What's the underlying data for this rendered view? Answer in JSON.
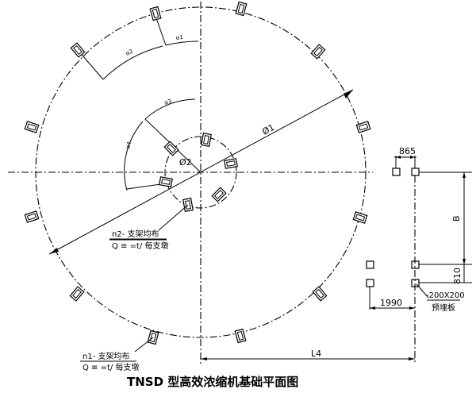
{
  "title": "TNSD 型高效浓缩机基础平面图",
  "labels": {
    "phi1": "Ø1",
    "phi2": "Ø2",
    "alpha1": "α1",
    "alpha2": "α2",
    "alpha3": "α3",
    "alpha4": "α4",
    "dim_865": "865",
    "dim_B": "B",
    "dim_810": "810",
    "dim_1990": "1990",
    "dim_L4": "L4",
    "plate_size": "-200X200",
    "plate_name": "预埋板"
  },
  "notes": {
    "inner": {
      "line1": "n2- 支架均布",
      "line2": "Q ≡ =t/ 每支墩"
    },
    "outer": {
      "line1": "n1- 支架均布",
      "line2": "Q ≡ =t/ 每支墩"
    }
  }
}
